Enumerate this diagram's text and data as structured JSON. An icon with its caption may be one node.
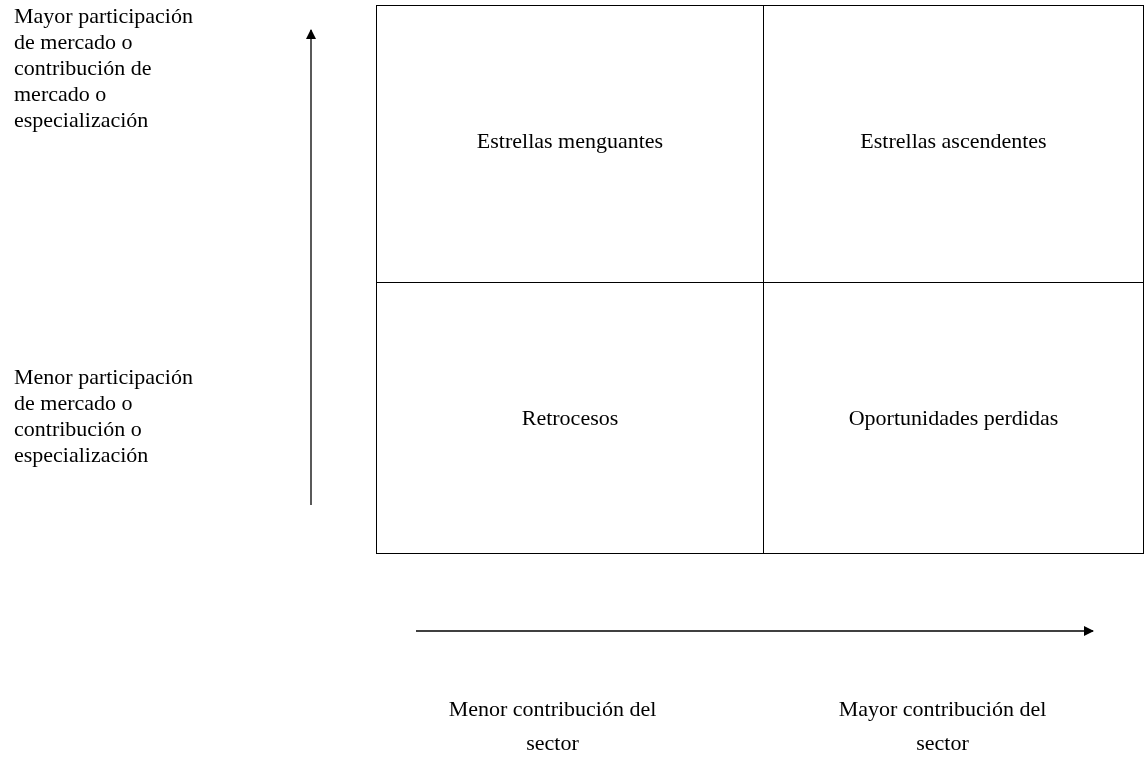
{
  "diagram": {
    "nodes": [
      {
        "text": [
          "Estrellas menguantes"
        ]
      },
      {
        "text": [
          "Estrellas ascendentes"
        ]
      },
      {
        "text": [
          "Retrocesos"
        ]
      },
      {
        "text": [
          "Oportunidades perdidas"
        ]
      }
    ],
    "labels": [
      "Mayor participación de mercado o contribución de mercado o especialización",
      "Menor participación de mercado o contribución o especialización",
      "Menor contribución del sector",
      "Mayor contribución del sector"
    ]
  }
}
